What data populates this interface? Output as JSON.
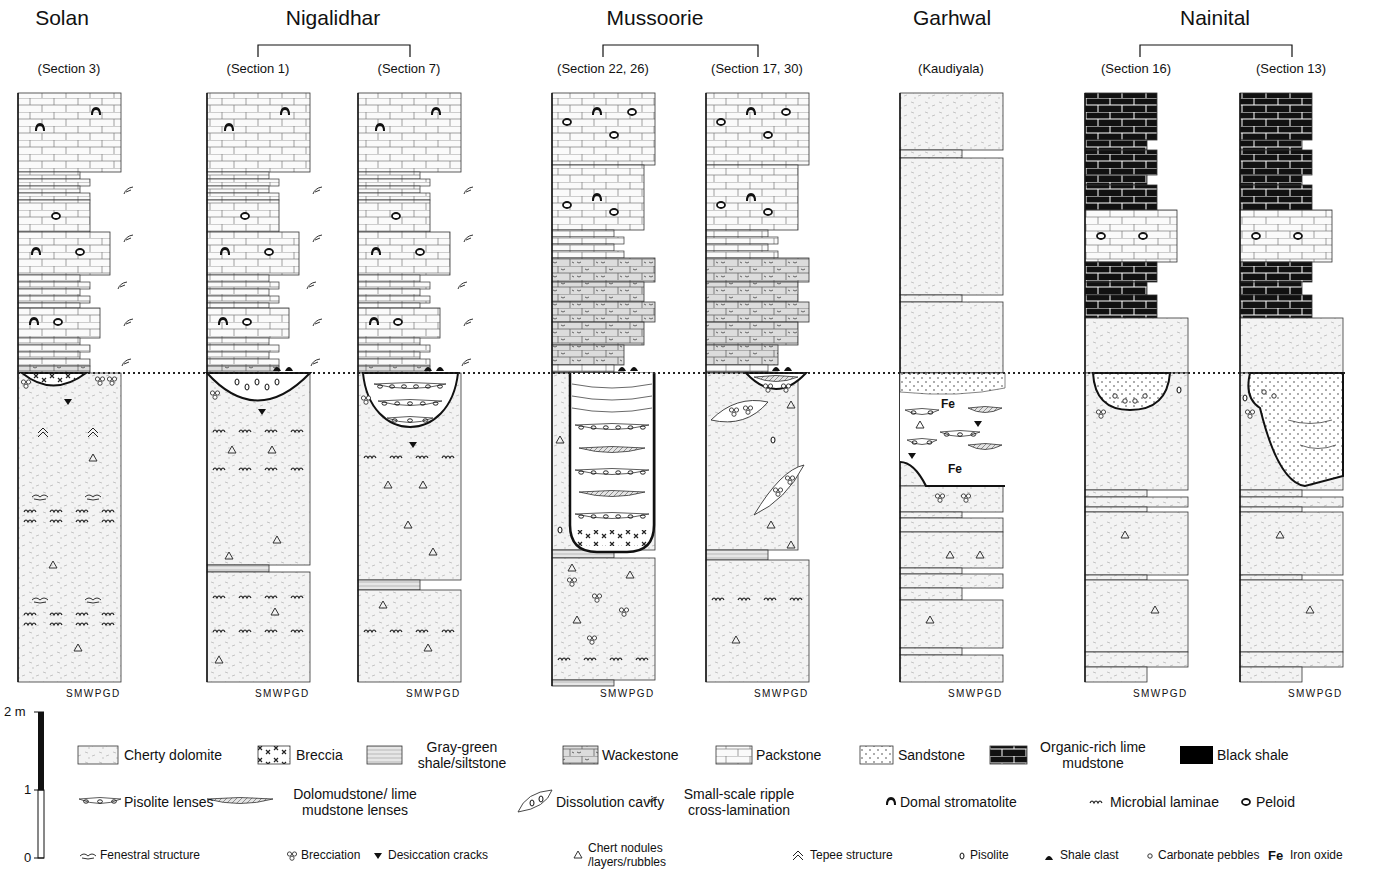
{
  "diagram": {
    "nodes": [
      {
        "text": [
          "(Section 3)",
          "SMWPGD"
        ]
      },
      {
        "text": [
          "(Section 1)",
          "SMWPGD"
        ]
      },
      {
        "text": [
          "(Section 7)",
          "SMWPGD"
        ]
      },
      {
        "text": [
          "(Section 22, 26)",
          "SMWPGD"
        ]
      },
      {
        "text": [
          "(Section 17, 30)",
          "SMWPGD"
        ]
      },
      {
        "text": [
          "(Kaudiyala)",
          "Fe",
          "Fe",
          "SMWPGD"
        ]
      },
      {
        "text": [
          "(Section 16)",
          "SMWPGD"
        ]
      },
      {
        "text": [
          "(Section 13)",
          "SMWPGD"
        ]
      }
    ],
    "labels": [
      "Solan",
      "Nigalidhar",
      "Mussoorie",
      "Garhwal",
      "Nainital",
      "2 m",
      "1",
      "0",
      "Fe"
    ],
    "legend": [
      {
        "text": "Cherty dolomite"
      },
      {
        "text": "Breccia"
      },
      {
        "text": "Gray-green shale/siltstone"
      },
      {
        "text": "Wackestone"
      },
      {
        "text": "Packstone"
      },
      {
        "text": "Sandstone"
      },
      {
        "text": "Organic-rich lime mudstone"
      },
      {
        "text": "Black shale",
        "color": "#000000"
      },
      {
        "text": "Pisolite lenses"
      },
      {
        "text": "Dolomudstone/ lime mudstone lenses"
      },
      {
        "text": "Dissolution cavity"
      },
      {
        "text": "Small-scale ripple cross-lamination"
      },
      {
        "text": "Domal stromatolite"
      },
      {
        "text": "Microbial laminae"
      },
      {
        "text": "Peloid"
      },
      {
        "text": "Fenestral structure"
      },
      {
        "text": "Brecciation"
      },
      {
        "text": "Desiccation cracks"
      },
      {
        "text": "Chert nodules /layers/rubbles"
      },
      {
        "text": "Tepee structure"
      },
      {
        "text": "Pisolite"
      },
      {
        "text": "Shale clast"
      },
      {
        "text": "Carbonate pebbles"
      },
      {
        "text": "Iron oxide"
      }
    ]
  }
}
